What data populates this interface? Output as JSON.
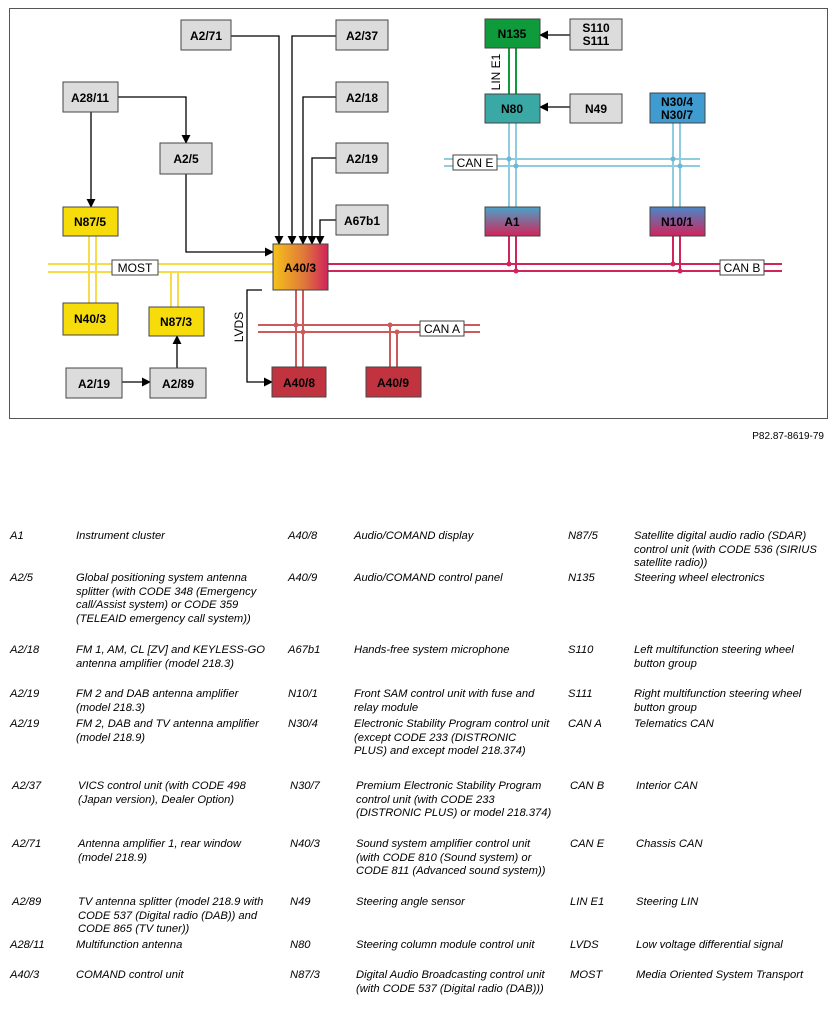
{
  "diagram": {
    "boxes": [
      {
        "id": "A2_71",
        "label": "A2/71",
        "type": "grey"
      },
      {
        "id": "A2_37",
        "label": "A2/37",
        "type": "grey"
      },
      {
        "id": "A2_18",
        "label": "A2/18",
        "type": "grey"
      },
      {
        "id": "A2_19a",
        "label": "A2/19",
        "type": "grey"
      },
      {
        "id": "A67b1",
        "label": "A67b1",
        "type": "grey"
      },
      {
        "id": "A28_11",
        "label": "A28/11",
        "type": "grey"
      },
      {
        "id": "A2_5",
        "label": "A2/5",
        "type": "grey"
      },
      {
        "id": "N87_5",
        "label": "N87/5",
        "type": "yellow"
      },
      {
        "id": "N40_3",
        "label": "N40/3",
        "type": "yellow"
      },
      {
        "id": "N87_3",
        "label": "N87/3",
        "type": "yellow"
      },
      {
        "id": "A2_19b",
        "label": "A2/19",
        "type": "grey"
      },
      {
        "id": "A2_89",
        "label": "A2/89",
        "type": "grey"
      },
      {
        "id": "A40_3",
        "label": "A40/3",
        "type": "comand"
      },
      {
        "id": "A40_8",
        "label": "A40/8",
        "type": "red"
      },
      {
        "id": "A40_9",
        "label": "A40/9",
        "type": "red"
      },
      {
        "id": "N135",
        "label": "N135",
        "type": "green"
      },
      {
        "id": "S110_S111",
        "label": "S110\nS111",
        "type": "grey"
      },
      {
        "id": "N80",
        "label": "N80",
        "type": "teal"
      },
      {
        "id": "N49",
        "label": "N49",
        "type": "grey"
      },
      {
        "id": "N30",
        "label": "N30/4\nN30/7",
        "type": "blue"
      },
      {
        "id": "A1",
        "label": "A1",
        "type": "tealred"
      },
      {
        "id": "N10_1",
        "label": "N10/1",
        "type": "bluered"
      }
    ],
    "bus_labels": {
      "most": "MOST",
      "can_a": "CAN A",
      "can_b": "CAN B",
      "can_e": "CAN E",
      "lin": "LIN E1",
      "lvds": "LVDS"
    },
    "colors": {
      "grey": "#dcdcdc",
      "yellow": "#f5dc0a",
      "red": "#c0333f",
      "green": "#0f9a3c",
      "teal": "#3aa8a4",
      "blue": "#3f9bd0",
      "most_bus": "#f4dc4a",
      "can_b_bus": "#d0245a",
      "can_a_bus": "#cc5a5a",
      "can_e_bus": "#8fcce0"
    }
  },
  "figure_ref": "P82.87-8619-79",
  "legend": [
    {
      "code": "A1",
      "desc": "Instrument cluster"
    },
    {
      "code": "A2/5",
      "desc": "Global positioning system antenna splitter (with CODE 348 (Emergency call/Assist system) or CODE 359 (TELEAID emergency call system))"
    },
    {
      "code": "A2/18",
      "desc": "FM 1, AM, CL [ZV] and KEYLESS-GO antenna amplifier (model 218.3)"
    },
    {
      "code": "A2/19",
      "desc": "FM 2 and DAB antenna amplifier (model 218.3)"
    },
    {
      "code": "A2/19",
      "desc": "FM 2, DAB and TV antenna amplifier (model 218.9)"
    },
    {
      "code": "A2/37",
      "desc": "VICS control unit (with CODE 498 (Japan version), Dealer Option)"
    },
    {
      "code": "A2/71",
      "desc": "Antenna amplifier 1, rear window (model 218.9)"
    },
    {
      "code": "A2/89",
      "desc": "TV antenna splitter (model 218.9 with CODE 537 (Digital radio (DAB)) and CODE 865 (TV tuner))"
    },
    {
      "code": "A28/11",
      "desc": "Multifunction antenna"
    },
    {
      "code": "A40/3",
      "desc": "COMAND control unit"
    },
    {
      "code": "A40/8",
      "desc": "Audio/COMAND display"
    },
    {
      "code": "A40/9",
      "desc": "Audio/COMAND control panel"
    },
    {
      "code": "A67b1",
      "desc": "Hands-free system microphone"
    },
    {
      "code": "N10/1",
      "desc": "Front SAM control unit with fuse and relay module"
    },
    {
      "code": "N30/4",
      "desc": "Electronic Stability Program control unit (except CODE 233 (DISTRONIC PLUS) and except model 218.374)"
    },
    {
      "code": "N30/7",
      "desc": "Premium Electronic Stability Program control unit (with CODE 233 (DISTRONIC PLUS) or model 218.374)"
    },
    {
      "code": "N40/3",
      "desc": "Sound system amplifier control unit (with CODE 810 (Sound system) or CODE 811 (Advanced sound system))"
    },
    {
      "code": "N49",
      "desc": "Steering angle sensor"
    },
    {
      "code": "N80",
      "desc": "Steering column module control unit"
    },
    {
      "code": "N87/3",
      "desc": "Digital Audio Broadcasting control unit (with CODE 537 (Digital radio (DAB)))"
    },
    {
      "code": "N87/5",
      "desc": "Satellite digital audio radio (SDAR) control unit (with CODE 536 (SIRIUS satellite radio))"
    },
    {
      "code": "N135",
      "desc": "Steering wheel electronics"
    },
    {
      "code": "S110",
      "desc": "Left multifunction steering wheel button group"
    },
    {
      "code": "S111",
      "desc": "Right multifunction steering wheel button group"
    },
    {
      "code": "CAN A",
      "desc": "Telematics CAN"
    },
    {
      "code": "CAN B",
      "desc": "Interior CAN"
    },
    {
      "code": "CAN E",
      "desc": "Chassis CAN"
    },
    {
      "code": "LIN E1",
      "desc": "Steering LIN"
    },
    {
      "code": "LVDS",
      "desc": "Low voltage differential signal"
    },
    {
      "code": "MOST",
      "desc": "Media Oriented System Transport"
    }
  ]
}
